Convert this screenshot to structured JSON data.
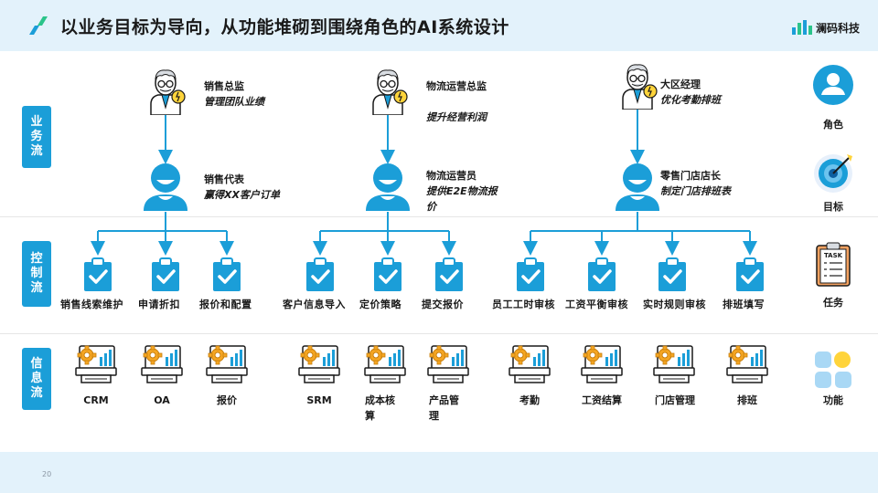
{
  "header": {
    "title": "以业务目标为导向，从功能堆砌到围绕角色的AI系统设计",
    "brand": "澜码科技"
  },
  "footer": {
    "page_number": "20"
  },
  "rows": [
    {
      "label": "业务流"
    },
    {
      "label": "控制流"
    },
    {
      "label": "信息流"
    }
  ],
  "columns": [
    {
      "manager": {
        "title": "销售总监",
        "goal": "管理团队业绩"
      },
      "staff": {
        "title": "销售代表",
        "goal": "赢得XX客户订单"
      },
      "tasks": [
        "销售线索维护",
        "申请折扣",
        "报价和配置"
      ],
      "systems": [
        "CRM",
        "OA",
        "报价"
      ]
    },
    {
      "manager": {
        "title": "物流运营总监",
        "goal": "提升经营利润"
      },
      "staff": {
        "title": "物流运营员",
        "goal": "提供E2E物流报价"
      },
      "tasks": [
        "客户信息导入",
        "定价策略",
        "提交报价"
      ],
      "systems": [
        "SRM",
        "成本核算",
        "产品管理"
      ]
    },
    {
      "manager": {
        "title": "大区经理",
        "goal": "优化考勤排班"
      },
      "staff": {
        "title": "零售门店店长",
        "goal": "制定门店排班表"
      },
      "tasks": [
        "员工工时审核",
        "工资平衡审核",
        "实时规则审核",
        "排班填写"
      ],
      "systems": [
        "考勤",
        "工资结算",
        "门店管理",
        "排班"
      ]
    }
  ],
  "legend": [
    {
      "label": "角色",
      "icon": "person-circle-icon"
    },
    {
      "label": "目标",
      "icon": "target-icon"
    },
    {
      "label": "任务",
      "icon": "task-clipboard-icon"
    },
    {
      "label": "功能",
      "icon": "function-blocks-icon"
    }
  ],
  "colors": {
    "accent": "#1b9ed8",
    "header_bg": "#e3f2fb",
    "gear": "#f5a623",
    "brand_green": "#2bc48a"
  }
}
